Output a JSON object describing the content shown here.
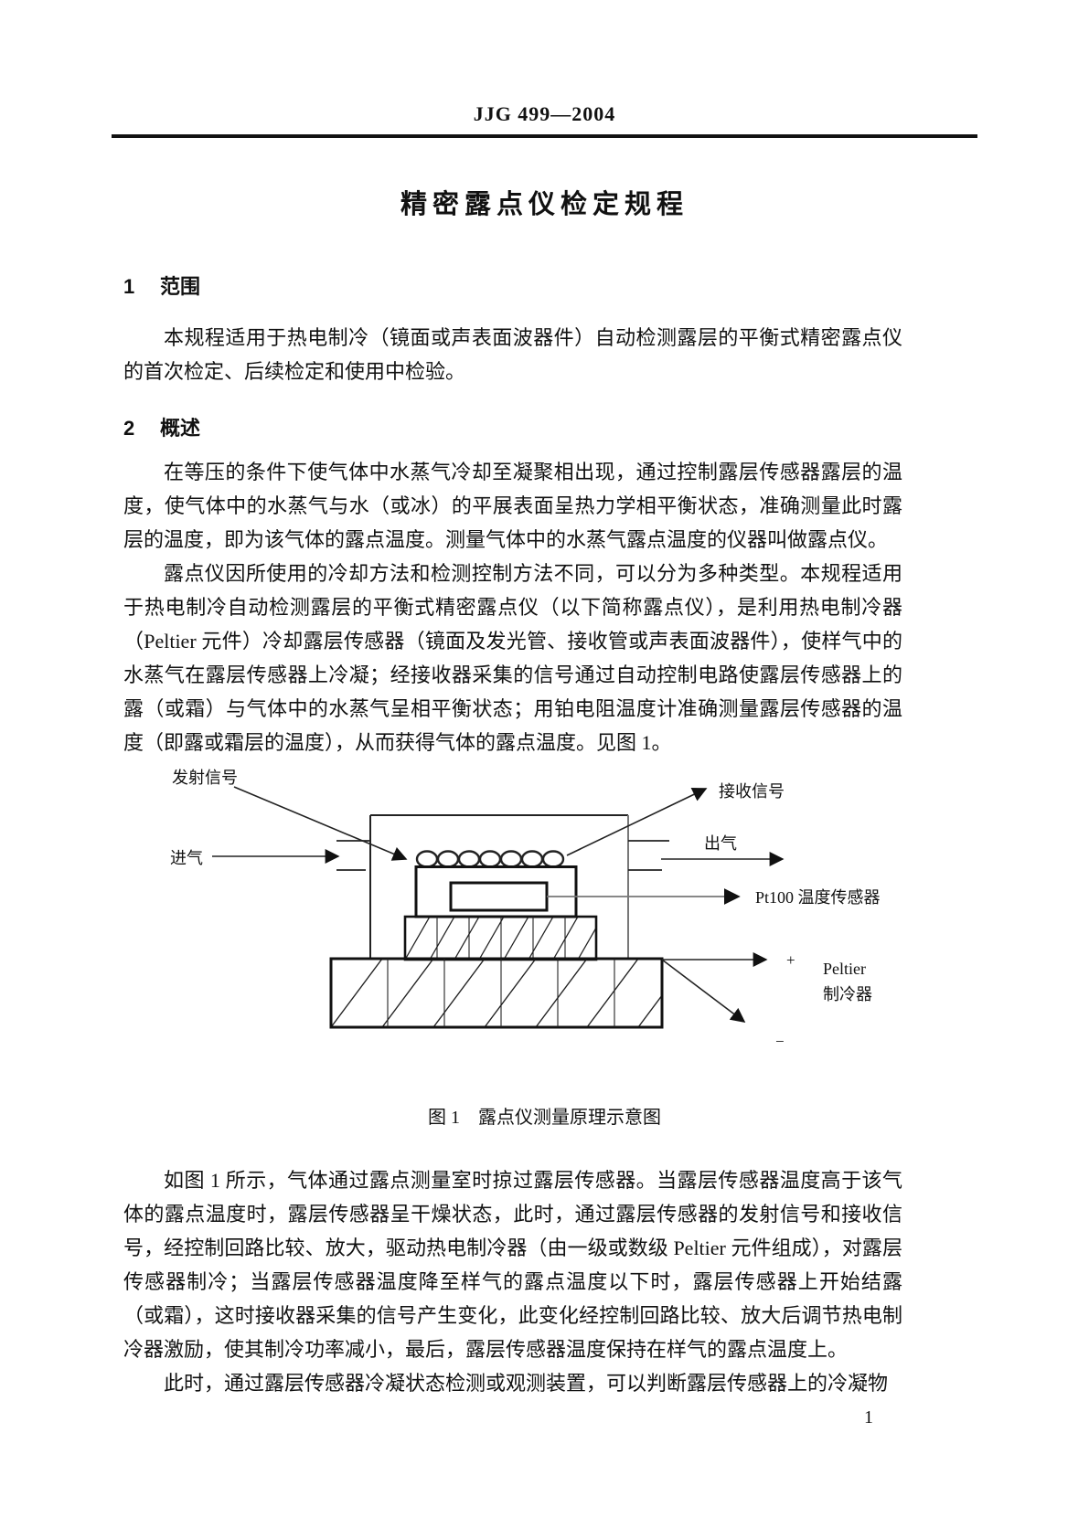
{
  "page": {
    "header": "JJG 499—2004",
    "title": "精密露点仪检定规程",
    "page_number": "1"
  },
  "sections": [
    {
      "number": "1",
      "heading": "范围",
      "paragraphs": [
        "本规程适用于热电制冷（镜面或声表面波器件）自动检测露层的平衡式精密露点仪的首次检定、后续检定和使用中检验。"
      ]
    },
    {
      "number": "2",
      "heading": "概述",
      "paragraphs": [
        "在等压的条件下使气体中水蒸气冷却至凝聚相出现，通过控制露层传感器露层的温度，使气体中的水蒸气与水（或冰）的平展表面呈热力学相平衡状态，准确测量此时露层的温度，即为该气体的露点温度。测量气体中的水蒸气露点温度的仪器叫做露点仪。",
        "露点仪因所使用的冷却方法和检测控制方法不同，可以分为多种类型。本规程适用于热电制冷自动检测露层的平衡式精密露点仪（以下简称露点仪），是利用热电制冷器（Peltier 元件）冷却露层传感器（镜面及发光管、接收管或声表面波器件），使样气中的水蒸气在露层传感器上冷凝；经接收器采集的信号通过自动控制电路使露层传感器上的露（或霜）与气体中的水蒸气呈相平衡状态；用铂电阻温度计准确测量露层传感器的温度（即露或霜层的温度），从而获得气体的露点温度。见图 1。"
      ]
    }
  ],
  "figure": {
    "caption": "图 1　露点仪测量原理示意图",
    "labels": {
      "emit_signal": "发射信号",
      "receive_signal": "接收信号",
      "gas_in": "进气",
      "gas_out": "出气",
      "pt100": "Pt100 温度传感器",
      "plus": "+",
      "peltier_line1": "Peltier",
      "peltier_line2": "制冷器",
      "minus": "−"
    }
  },
  "after_figure_paragraphs": [
    "如图 1 所示，气体通过露点测量室时掠过露层传感器。当露层传感器温度高于该气体的露点温度时，露层传感器呈干燥状态，此时，通过露层传感器的发射信号和接收信号，经控制回路比较、放大，驱动热电制冷器（由一级或数级 Peltier 元件组成），对露层传感器制冷；当露层传感器温度降至样气的露点温度以下时，露层传感器上开始结露（或霜），这时接收器采集的信号产生变化，此变化经控制回路比较、放大后调节热电制冷器激励，使其制冷功率减小，最后，露层传感器温度保持在样气的露点温度上。",
    "此时，通过露层传感器冷凝状态检测或观测装置，可以判断露层传感器上的冷凝物"
  ]
}
